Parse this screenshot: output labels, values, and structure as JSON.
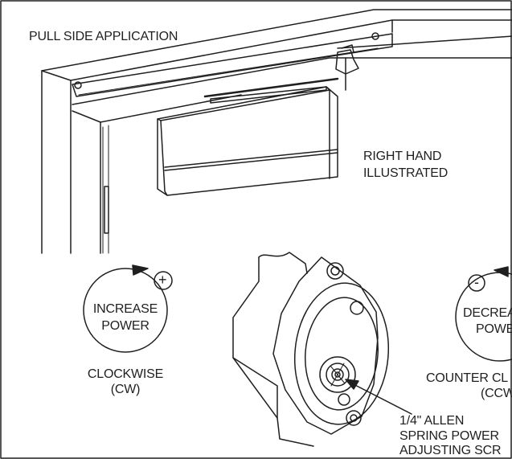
{
  "diagram": {
    "title": "PULL SIDE APPLICATION",
    "hand_note": [
      "RIGHT HAND",
      "ILLUSTRATED"
    ],
    "increase": {
      "sign": "+",
      "line1": "INCREASE",
      "line2": "POWER",
      "dir1": "CLOCKWISE",
      "dir2": "(CW)"
    },
    "decrease": {
      "sign": "-",
      "line1": "DECREA",
      "line2": "POWE",
      "dir1": "COUNTER CL",
      "dir2": "(CCW"
    },
    "screw_callout": [
      "1/4\" ALLEN",
      "SPRING POWER",
      "ADJUSTING SCR"
    ]
  },
  "colors": {
    "ink": "#1f1f1f",
    "background": "#ffffff"
  }
}
